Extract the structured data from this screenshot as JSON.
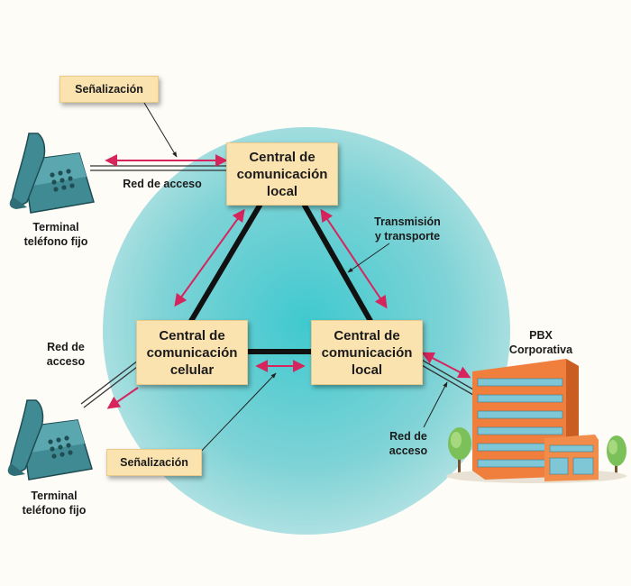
{
  "colors": {
    "circle": "#7fd3d6",
    "box_fill": "#fbe3b0",
    "arrow": "#d6245c",
    "trunk": "#111111",
    "phone": "#3f8a93",
    "building": "#f07f3e"
  },
  "nodes": {
    "central_top": [
      "Central de",
      "comunicación",
      "local"
    ],
    "central_left": [
      "Central de",
      "comunicación",
      "celular"
    ],
    "central_right": [
      "Central de",
      "comunicación",
      "local"
    ]
  },
  "signaling": {
    "top": "Señalización",
    "bottom": "Señalización"
  },
  "labels": {
    "access_top": "Red de acceso",
    "access_left": [
      "Red de",
      "acceso"
    ],
    "access_right": [
      "Red de",
      "acceso"
    ],
    "transport": [
      "Transmisión",
      "y transporte"
    ],
    "terminal_top": [
      "Terminal",
      "teléfono fijo"
    ],
    "terminal_bottom": [
      "Terminal",
      "teléfono fijo"
    ],
    "pbx": [
      "PBX",
      "Corporativa"
    ]
  },
  "icons": {
    "phone_top": "desk-phone-icon",
    "phone_bottom": "desk-phone-icon",
    "building": "office-building-icon"
  }
}
